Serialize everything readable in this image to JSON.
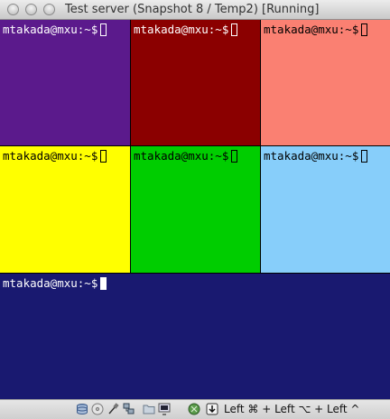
{
  "window": {
    "title": "Test server (Snapshot 8 / Temp2) [Running]"
  },
  "panes": [
    {
      "prompt": "mtakada@mxu:~$",
      "bg": "#5b1a8c",
      "fg": "#ffffff",
      "active": false
    },
    {
      "prompt": "mtakada@mxu:~$",
      "bg": "#8b0000",
      "fg": "#ffffff",
      "active": false
    },
    {
      "prompt": "mtakada@mxu:~$",
      "bg": "#fa8072",
      "fg": "#000000",
      "active": false
    },
    {
      "prompt": "mtakada@mxu:~$",
      "bg": "#ffff00",
      "fg": "#000000",
      "active": false
    },
    {
      "prompt": "mtakada@mxu:~$",
      "bg": "#00cd00",
      "fg": "#000000",
      "active": false
    },
    {
      "prompt": "mtakada@mxu:~$",
      "bg": "#87cefa",
      "fg": "#000000",
      "active": false
    },
    {
      "prompt": "mtakada@mxu:~$",
      "bg": "#191970",
      "fg": "#ffffff",
      "active": true
    }
  ],
  "statusbar": {
    "icons": [
      "hard-disk-icon",
      "optical-disk-icon",
      "usb-icon",
      "network-icon",
      "shared-folder-icon",
      "display-icon",
      "mouse-integration-icon",
      "keyboard-capture-icon"
    ],
    "host_key": "Left ⌘ + Left ⌥ + Left ^"
  }
}
